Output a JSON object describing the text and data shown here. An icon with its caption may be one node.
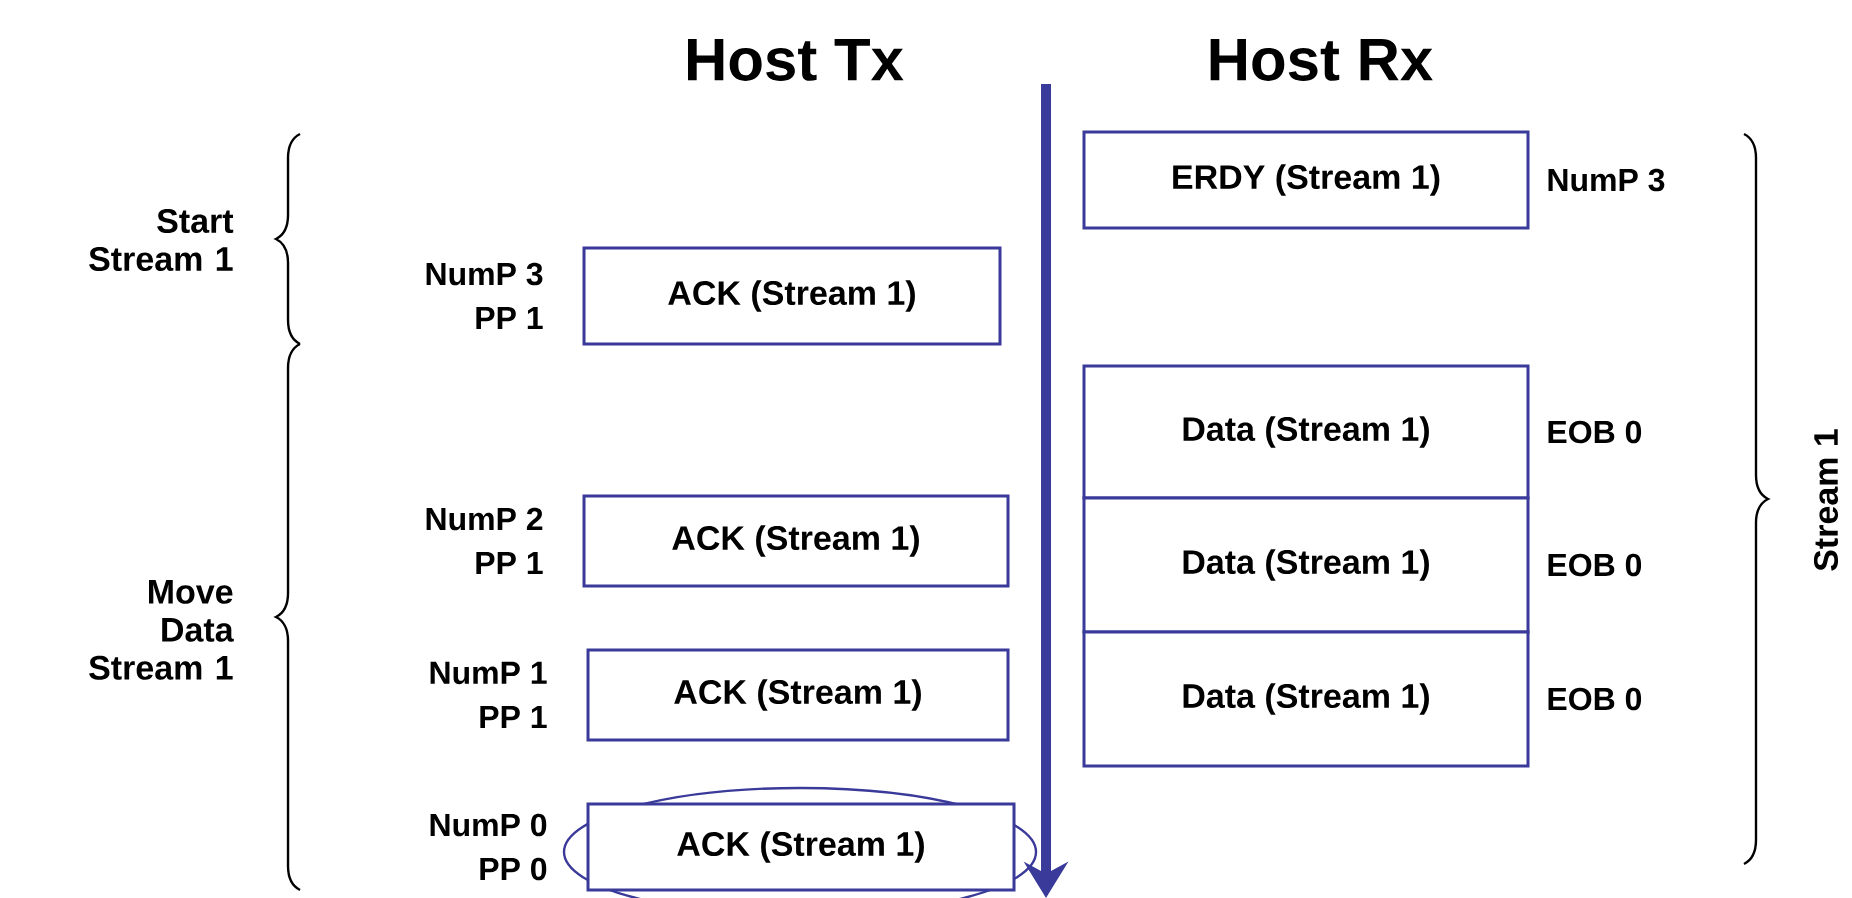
{
  "diagram": {
    "nodes": [
      {
        "text": [
          "ERDY (Stream 1)"
        ],
        "beside": [
          "NumP 3"
        ]
      },
      {
        "text": [
          "ACK (Stream 1)"
        ],
        "beside": [
          "NumP 3",
          "PP 1"
        ]
      },
      {
        "text": [
          "Data (Stream 1)"
        ],
        "beside": [
          "EOB 0"
        ]
      },
      {
        "text": [
          "Data (Stream 1)"
        ],
        "beside": [
          "EOB 0"
        ]
      },
      {
        "text": [
          "Data (Stream 1)"
        ],
        "beside": [
          "EOB 0"
        ]
      },
      {
        "text": [
          "ACK (Stream 1)"
        ],
        "beside": [
          "NumP 2",
          "PP 1"
        ]
      },
      {
        "text": [
          "ACK (Stream 1)"
        ],
        "beside": [
          "NumP 1",
          "PP 1"
        ]
      },
      {
        "text": [
          "ACK (Stream 1)"
        ],
        "beside": [
          "NumP 0",
          "PP 0"
        ]
      }
    ],
    "labels": [
      "Host Tx",
      "Host Rx",
      "Start Stream 1",
      "Move Data Stream 1",
      "Stream 1"
    ]
  }
}
